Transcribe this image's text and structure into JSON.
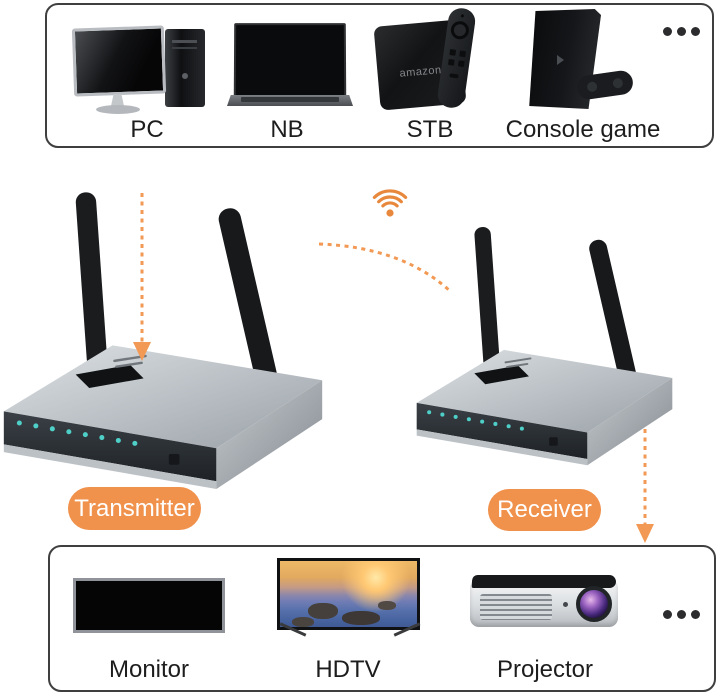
{
  "colors": {
    "accent_orange": "#f0914c",
    "arrow_orange": "#f29a55",
    "wifi_orange": "#e8883c",
    "box_border": "#3f3f3f",
    "label_text": "#1d1d1d",
    "led_teal": "#4ed0c8",
    "pill_text": "#ffffff"
  },
  "source_panel": {
    "items": [
      {
        "label": "PC"
      },
      {
        "label": "NB"
      },
      {
        "label": "STB",
        "brand": "amazon"
      },
      {
        "label": "Console game"
      }
    ],
    "more_icon": "three-dots"
  },
  "link": {
    "transmitter_label": "Transmitter",
    "receiver_label": "Receiver",
    "wifi_icon": "wifi-signal"
  },
  "display_panel": {
    "items": [
      {
        "label": "Monitor"
      },
      {
        "label": "HDTV"
      },
      {
        "label": "Projector"
      }
    ],
    "more_icon": "three-dots"
  }
}
